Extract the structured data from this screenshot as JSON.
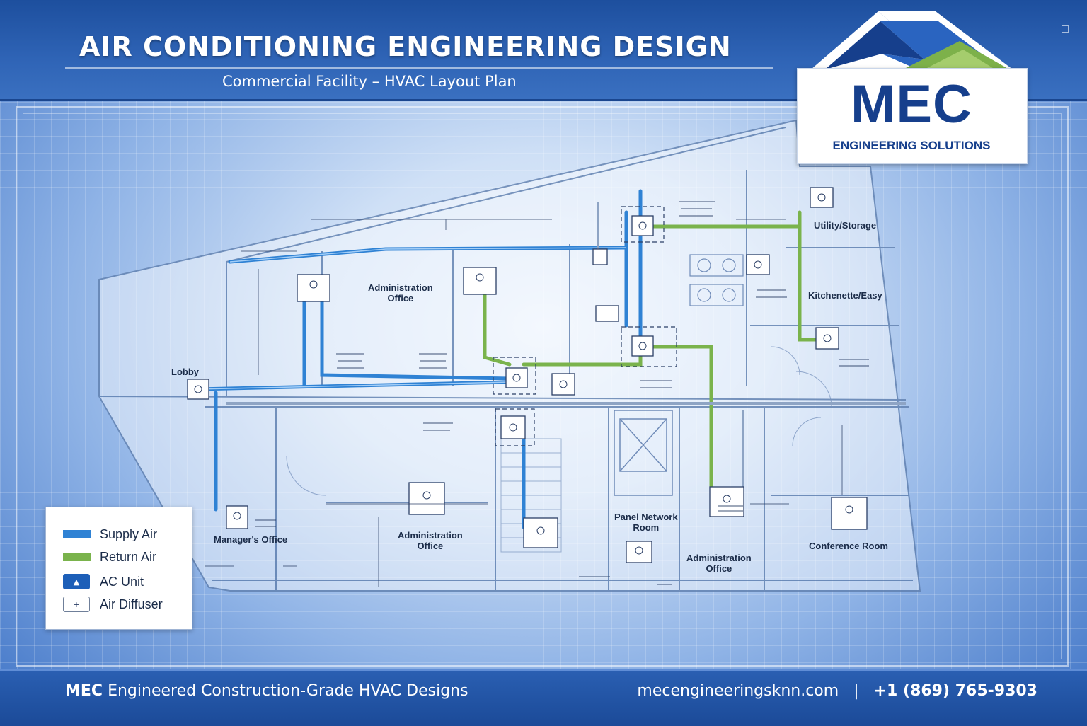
{
  "header": {
    "title": "AIR CONDITIONING ENGINEERING DESIGN",
    "subtitle": "Commercial Facility – HVAC Layout Plan"
  },
  "logo": {
    "name": "MEC",
    "tagline": "ENGINEERING SOLUTIONS",
    "colors": {
      "navy": "#163f8c",
      "blue": "#2a64c0",
      "green": "#7db14a"
    }
  },
  "rooms": {
    "lobby": "Lobby",
    "admin_office_top": [
      "Administration",
      "Office"
    ],
    "utility_storage": "Utility/Storage",
    "kitchenette": "Kitchenette/Easy",
    "managers_office": "Manager's Office",
    "admin_office_mid": [
      "Administration",
      "Office"
    ],
    "panel_network_room": [
      "Panel Network",
      "Room"
    ],
    "admin_office_bottom": [
      "Administration",
      "Office"
    ],
    "conference_room": "Conference Room"
  },
  "legend": {
    "supply_air": "Supply Air",
    "return_air": "Return Air",
    "ac_unit": "AC Unit",
    "air_diffuser": "Air Diffuser",
    "colors": {
      "supply": "#2f82d4",
      "return": "#7ab34c",
      "unit": "#1d5fb8"
    }
  },
  "footer": {
    "brand": "MEC",
    "tagline": "Engineered Construction-Grade HVAC Designs",
    "website": "mecengineeringsknn.com",
    "separator": "|",
    "phone": "+1 (869) 765-9303"
  }
}
